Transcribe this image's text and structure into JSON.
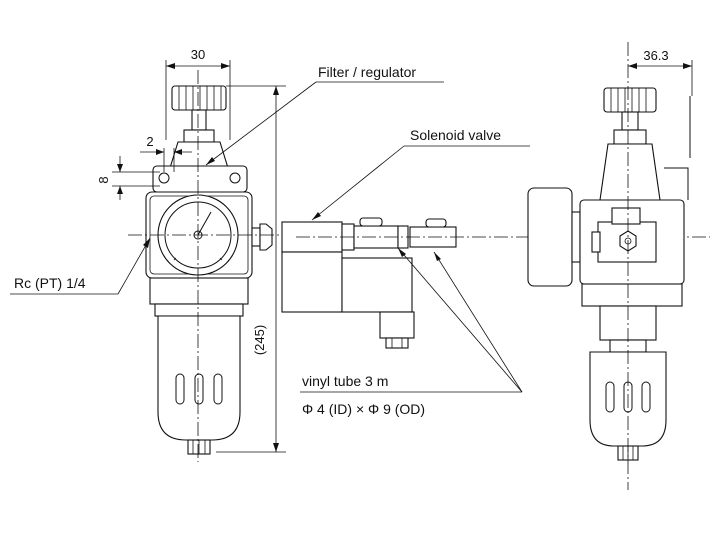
{
  "drawing": {
    "labels": {
      "filter_regulator": "Filter / regulator",
      "solenoid_valve": "Solenoid valve",
      "rc_pt": "Rc (PT) 1/4",
      "vinyl_tube": "vinyl tube 3 m",
      "tube_size": "Φ 4 (ID) × Φ 9 (OD)"
    },
    "dimensions": {
      "width_30": "30",
      "offset_2": "2",
      "height_8": "8",
      "total_height": "(245)",
      "side_offset": "36.3"
    }
  }
}
